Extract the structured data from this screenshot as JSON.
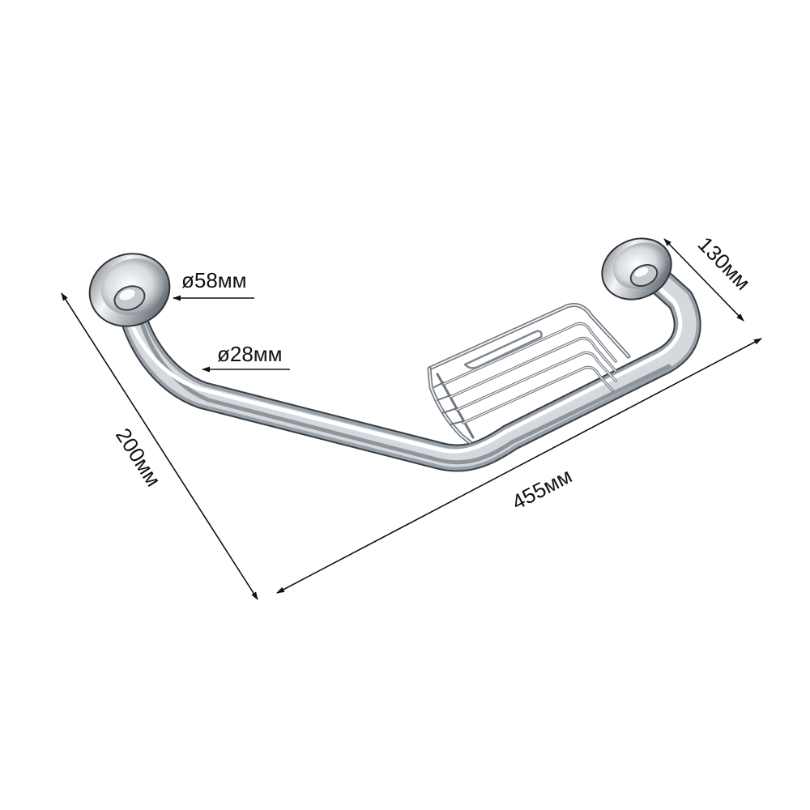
{
  "dimensions": {
    "flange_diameter": "ø58мм",
    "tube_diameter": "ø28мм",
    "height": "200мм",
    "length": "455мм",
    "depth": "130мм"
  },
  "colors": {
    "ink": "#111111",
    "chrome_light": "#ffffff",
    "chrome_mid": "#c9cdd2",
    "chrome_dark": "#6e747b",
    "chrome_edge": "#3a3f45"
  }
}
